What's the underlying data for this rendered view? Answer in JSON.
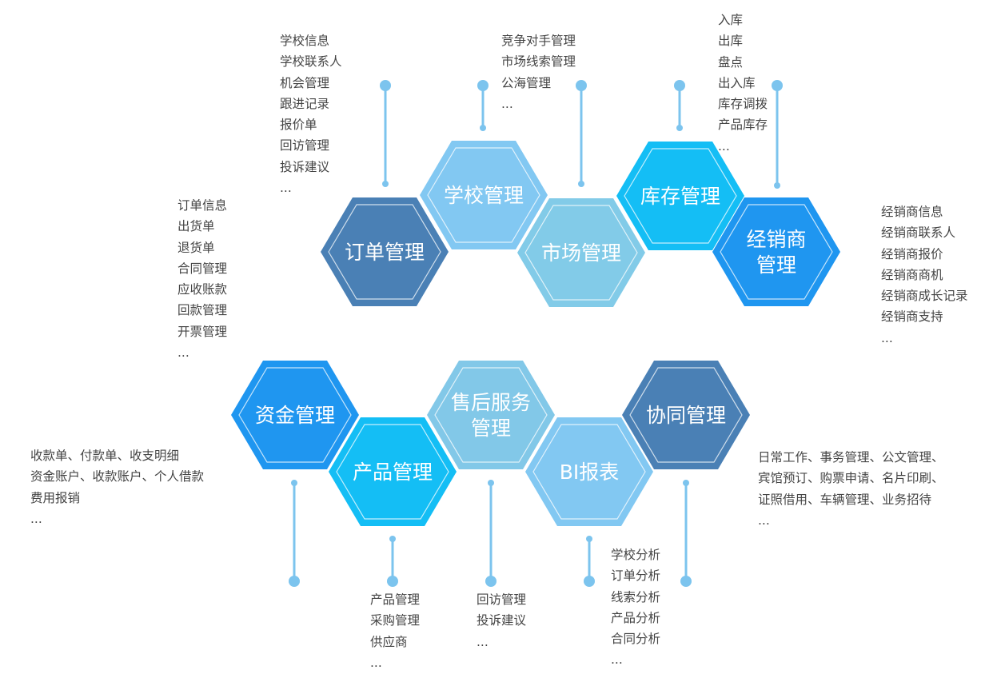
{
  "colors": {
    "deep_steel": "#4a80b5",
    "light_sky": "#82c8f2",
    "cyan": "#14bef5",
    "blue": "#1f96f0",
    "pale_blue": "#82c8e8",
    "connector": "#7cc4ee",
    "text": "#444444"
  },
  "modules": [
    {
      "id": "order",
      "title": [
        "订单管理"
      ],
      "color": "#4a80b5"
    },
    {
      "id": "school",
      "title": [
        "学校管理"
      ],
      "color": "#82c8f2"
    },
    {
      "id": "market",
      "title": [
        "市场管理"
      ],
      "color": "#82cbe8"
    },
    {
      "id": "inventory",
      "title": [
        "库存管理"
      ],
      "color": "#14bef5"
    },
    {
      "id": "dealer",
      "title": [
        "经销商",
        "管理"
      ],
      "color": "#1f96f0"
    },
    {
      "id": "fund",
      "title": [
        "资金管理"
      ],
      "color": "#1f96f0"
    },
    {
      "id": "product",
      "title": [
        "产品管理"
      ],
      "color": "#14bef5"
    },
    {
      "id": "service",
      "title": [
        "售后服务",
        "管理"
      ],
      "color": "#82c8e8"
    },
    {
      "id": "bi",
      "title": [
        "BI报表"
      ],
      "color": "#82c8f2"
    },
    {
      "id": "collab",
      "title": [
        "协同管理"
      ],
      "color": "#4a80b5"
    }
  ],
  "lists": {
    "school": [
      "学校信息",
      "学校联系人",
      "机会管理",
      "跟进记录",
      "报价单",
      "回访管理",
      "投诉建议",
      "..."
    ],
    "market": [
      "竞争对手管理",
      "市场线索管理",
      "公海管理",
      "..."
    ],
    "inventory": [
      "入库",
      "出库",
      "盘点",
      "出入库",
      "库存调拨",
      "产品库存",
      "..."
    ],
    "order": [
      "订单信息",
      "出货单",
      "退货单",
      "合同管理",
      "应收账款",
      "回款管理",
      "开票管理",
      "..."
    ],
    "dealer": [
      "经销商信息",
      "经销商联系人",
      "经销商报价",
      "经销商商机",
      "经销商成长记录",
      "经销商支持",
      "..."
    ],
    "fund": [
      "收款单、付款单、收支明细",
      "资金账户、收款账户、个人借款",
      "费用报销",
      "..."
    ],
    "collab": [
      "日常工作、事务管理、公文管理、",
      "宾馆预订、购票申请、名片印刷、",
      "证照借用、车辆管理、业务招待",
      "..."
    ],
    "product": [
      "产品管理",
      "采购管理",
      "供应商",
      "..."
    ],
    "service": [
      "回访管理",
      "投诉建议",
      "..."
    ],
    "bi": [
      "学校分析",
      "订单分析",
      "线索分析",
      "产品分析",
      "合同分析",
      "..."
    ]
  }
}
